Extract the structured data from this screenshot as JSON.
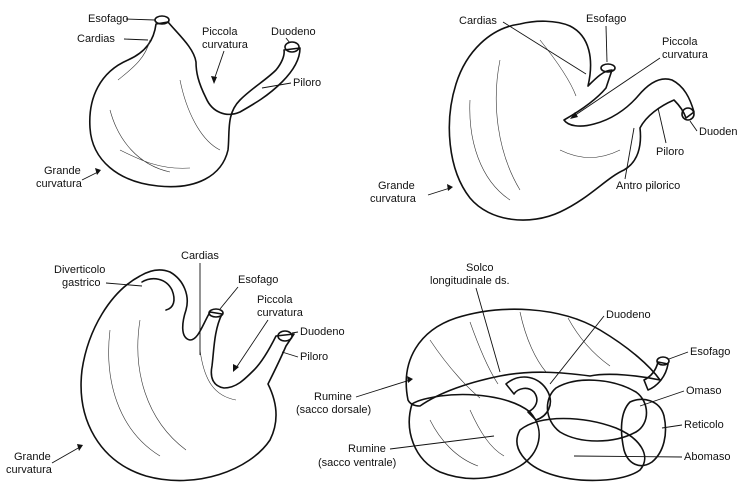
{
  "diagrams": [
    {
      "name": "top-left-stomach",
      "labels": [
        "Esofago",
        "Cardias",
        "Piccola",
        "curvatura",
        "Duodeno",
        "Piloro",
        "Grande",
        "curvatura"
      ]
    },
    {
      "name": "top-right-stomach",
      "labels": [
        "Cardias",
        "Esofago",
        "Piccola",
        "curvatura",
        "Duoden",
        "Piloro",
        "Antro pilorico",
        "Grande",
        "curvatura"
      ]
    },
    {
      "name": "bottom-left-stomach",
      "labels": [
        "Diverticolo",
        "gastrico",
        "Cardias",
        "Esofago",
        "Piccola",
        "curvatura",
        "Duodeno",
        "Piloro",
        "Grande",
        "curvatura"
      ]
    },
    {
      "name": "bottom-right-ruminant-stomach",
      "labels": [
        "Solco",
        "longitudinale ds.",
        "Duodeno",
        "Esofago",
        "Omaso",
        "Reticolo",
        "Abomaso",
        "Rumine",
        "(sacco dorsale)",
        "Rumine",
        "(sacco ventrale)"
      ]
    }
  ]
}
